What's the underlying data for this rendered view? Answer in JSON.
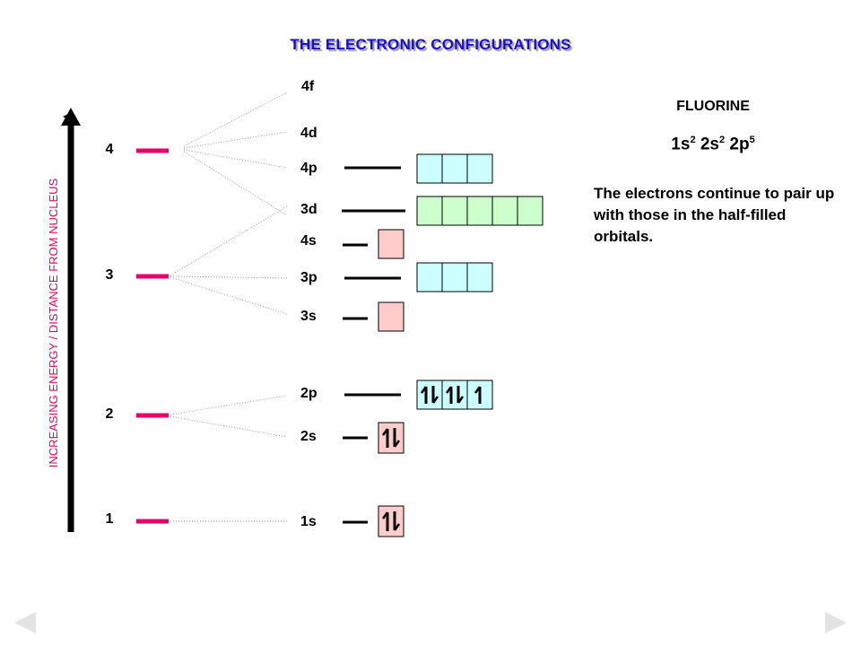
{
  "title": "THE ELECTRONIC CONFIGURATIONS",
  "axis_label": "INCREASING ENERGY / DISTANCE FROM NUCLEUS",
  "shells": [
    "1",
    "2",
    "3",
    "4"
  ],
  "orbital_labels": {
    "s1": "1s",
    "s2": "2s",
    "p2": "2p",
    "s3": "3s",
    "p3": "3p",
    "s4": "4s",
    "d3": "3d",
    "p4": "4p",
    "d4": "4d",
    "f4": "4f"
  },
  "element": "FLUORINE",
  "configuration": [
    {
      "term": "1s",
      "exp": "2"
    },
    {
      "term": "2s",
      "exp": "2"
    },
    {
      "term": "2p",
      "exp": "5"
    }
  ],
  "description": "The electrons continue to pair up with those in the half-filled orbitals.",
  "electron_occupancy": {
    "1s": [
      2
    ],
    "2s": [
      2
    ],
    "2p": [
      2,
      2,
      1
    ],
    "3s": [
      0
    ],
    "3p": [
      0,
      0,
      0
    ],
    "4s": [
      0
    ],
    "3d": [
      0,
      0,
      0,
      0,
      0
    ],
    "4p": [
      0,
      0,
      0
    ]
  },
  "colors": {
    "title": "#1a0dcc",
    "axis_label": "#e8006a",
    "shell_marker": "#e8006a",
    "s_box": "#ffcccc",
    "p_box": "#ccffff",
    "d_box": "#ccffcc",
    "nav_arrow": "#e3e3e3"
  },
  "icons": {
    "prev": "previous-arrow-icon",
    "next": "next-arrow-icon"
  }
}
